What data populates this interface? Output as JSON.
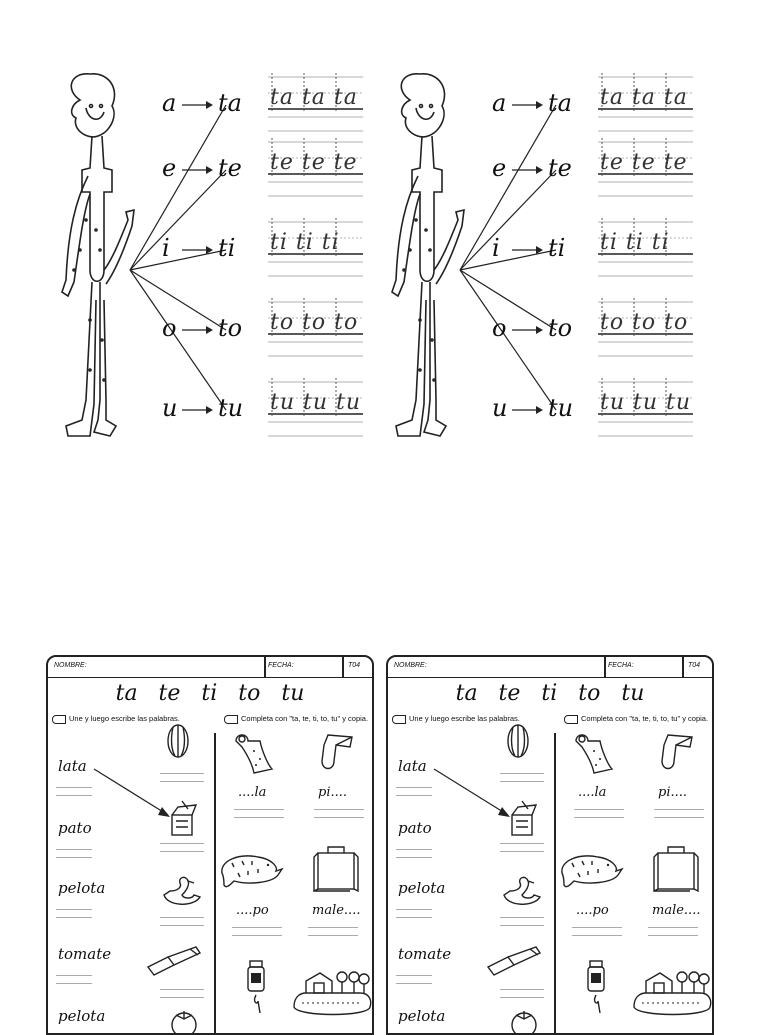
{
  "vowel_panel": {
    "letters": [
      "a",
      "e",
      "i",
      "o",
      "u"
    ],
    "syllables": [
      "ta",
      "te",
      "ti",
      "to",
      "tu"
    ],
    "traces": [
      "ta ta ta",
      "te te te",
      "ti ti ti",
      "to to to",
      "tu tu tu"
    ]
  },
  "worksheet": {
    "header": {
      "name_label": "NOMBRE:",
      "date_label": "FECHA:",
      "code": "T04"
    },
    "title": "ta te ti to tu",
    "instruction_left": "Une y luego escribe las palabras.",
    "instruction_right": "Completa con \"ta, te, ti, to, tu\" y copia.",
    "words": [
      "lata",
      "pato",
      "pelota",
      "tomate",
      "pelota"
    ],
    "left_pictures": [
      "watermelon-icon",
      "can-icon",
      "duck-icon",
      "shovel-icon",
      "tomato-icon"
    ],
    "completions": [
      {
        "text": "....la",
        "icon": "scroll-icon"
      },
      {
        "text": "pi....",
        "icon": "pipe-icon"
      },
      {
        "text": "....po",
        "icon": "mole-icon"
      },
      {
        "text": "male....",
        "icon": "suitcase-icon"
      },
      {
        "text": "",
        "icon": "jar-icon"
      },
      {
        "text": "",
        "icon": "garden-icon"
      }
    ]
  }
}
